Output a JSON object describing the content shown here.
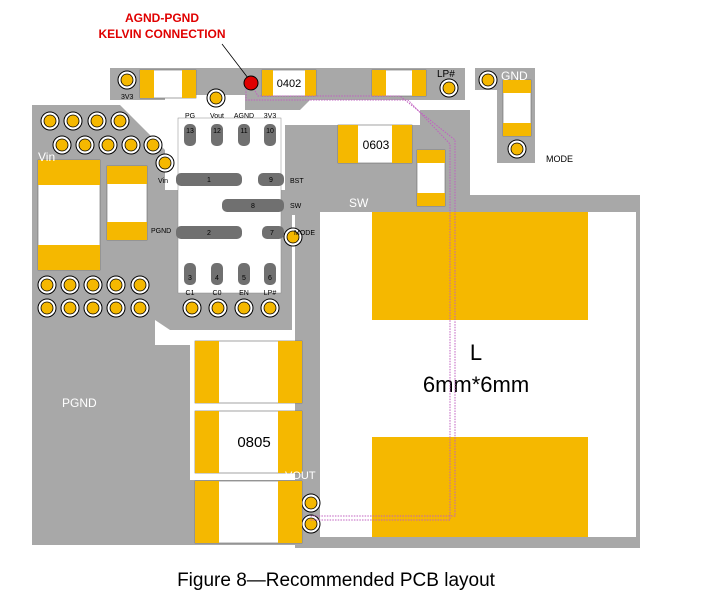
{
  "colors": {
    "copper": "#a8a8a8",
    "pad": "#f5b800",
    "body": "#ffffff",
    "pin": "#707070",
    "trace": "#c060c0",
    "warn": "#e00000"
  },
  "callout": {
    "line1": "AGND-PGND",
    "line2": "KELVIN CONNECTION"
  },
  "nets": {
    "vin": "Vin",
    "pgnd": "PGND",
    "sw": "SW",
    "vout": "VOUT",
    "gnd": "GND",
    "mode": "MODE",
    "lp": "LP#",
    "v33": "3V3"
  },
  "components": {
    "r0402": "0402",
    "r0603": "0603",
    "c0805": "0805",
    "inductor_ref": "L",
    "inductor_size": "6mm*6mm"
  },
  "ic": {
    "pins_top": [
      {
        "num": "13",
        "name": "PG"
      },
      {
        "num": "12",
        "name": "Vout"
      },
      {
        "num": "11",
        "name": "AGND"
      },
      {
        "num": "10",
        "name": "3V3"
      }
    ],
    "pins_bottom": [
      {
        "num": "3",
        "name": "C1"
      },
      {
        "num": "4",
        "name": "C0"
      },
      {
        "num": "5",
        "name": "EN"
      },
      {
        "num": "6",
        "name": "LP#"
      }
    ],
    "pin1": {
      "num": "1",
      "name": "Vin"
    },
    "pin2": {
      "num": "2",
      "name": "PGND"
    },
    "pin7": {
      "num": "7",
      "name": "MODE"
    },
    "pin8": {
      "num": "8",
      "name": "SW"
    },
    "pin9": {
      "num": "9",
      "name": "BST"
    }
  },
  "caption": "Figure 8—Recommended PCB layout"
}
